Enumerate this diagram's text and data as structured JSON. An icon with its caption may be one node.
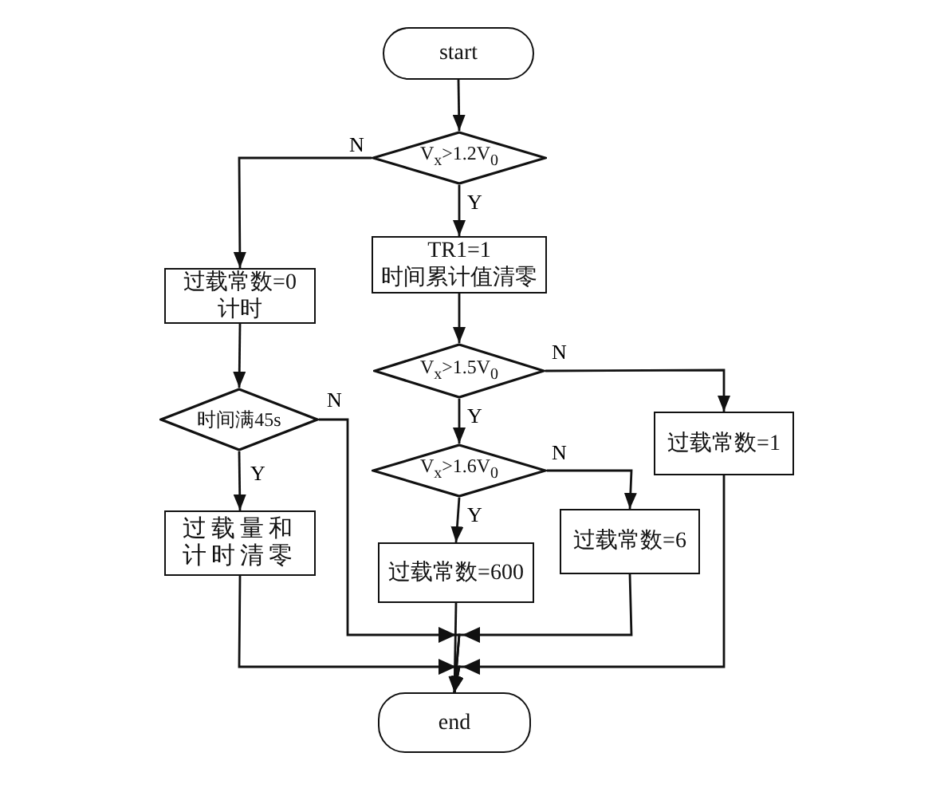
{
  "diagram": {
    "nodes": [
      {
        "text": [
          "start"
        ]
      },
      {
        "text": [
          "V$_{x}$>1.2V$_{0}$"
        ]
      },
      {
        "text": [
          "过载常数=0",
          "计时"
        ]
      },
      {
        "text": [
          "TR1=1",
          "时间累计值清零"
        ]
      },
      {
        "text": [
          "时间满45s"
        ]
      },
      {
        "text": [
          "V$_{x}$>1.5V$_{0}$"
        ]
      },
      {
        "text": [
          "过载量和计时清零"
        ]
      },
      {
        "text": [
          "V$_{x}$>1.6V$_{0}$"
        ]
      },
      {
        "text": [
          "过载常数=1"
        ]
      },
      {
        "text": [
          "过载常数=600"
        ]
      },
      {
        "text": [
          "过载常数=6"
        ]
      },
      {
        "text": [
          "end"
        ]
      }
    ],
    "edges": [
      {
        "from": 0,
        "to": 1,
        "arrow": "to"
      },
      {
        "from": 1,
        "to": 2,
        "arrow": "to",
        "label": "N"
      },
      {
        "from": 1,
        "to": 3,
        "arrow": "to",
        "label": "Y"
      },
      {
        "from": 2,
        "to": 4,
        "arrow": "to"
      },
      {
        "from": 3,
        "to": 5,
        "arrow": "to"
      },
      {
        "from": 4,
        "to": 6,
        "arrow": "to",
        "label": "Y"
      },
      {
        "from": 4,
        "to": 11,
        "arrow": "to",
        "label": "N"
      },
      {
        "from": 5,
        "to": 7,
        "arrow": "to",
        "label": "Y"
      },
      {
        "from": 5,
        "to": 8,
        "arrow": "to",
        "label": "N"
      },
      {
        "from": 7,
        "to": 9,
        "arrow": "to",
        "label": "Y"
      },
      {
        "from": 7,
        "to": 10,
        "arrow": "to",
        "label": "N"
      },
      {
        "from": 9,
        "to": 11,
        "arrow": "to"
      },
      {
        "from": 10,
        "to": 11,
        "arrow": "to"
      },
      {
        "from": 6,
        "to": 11,
        "arrow": "to"
      },
      {
        "from": 8,
        "to": 11,
        "arrow": "to"
      }
    ]
  }
}
